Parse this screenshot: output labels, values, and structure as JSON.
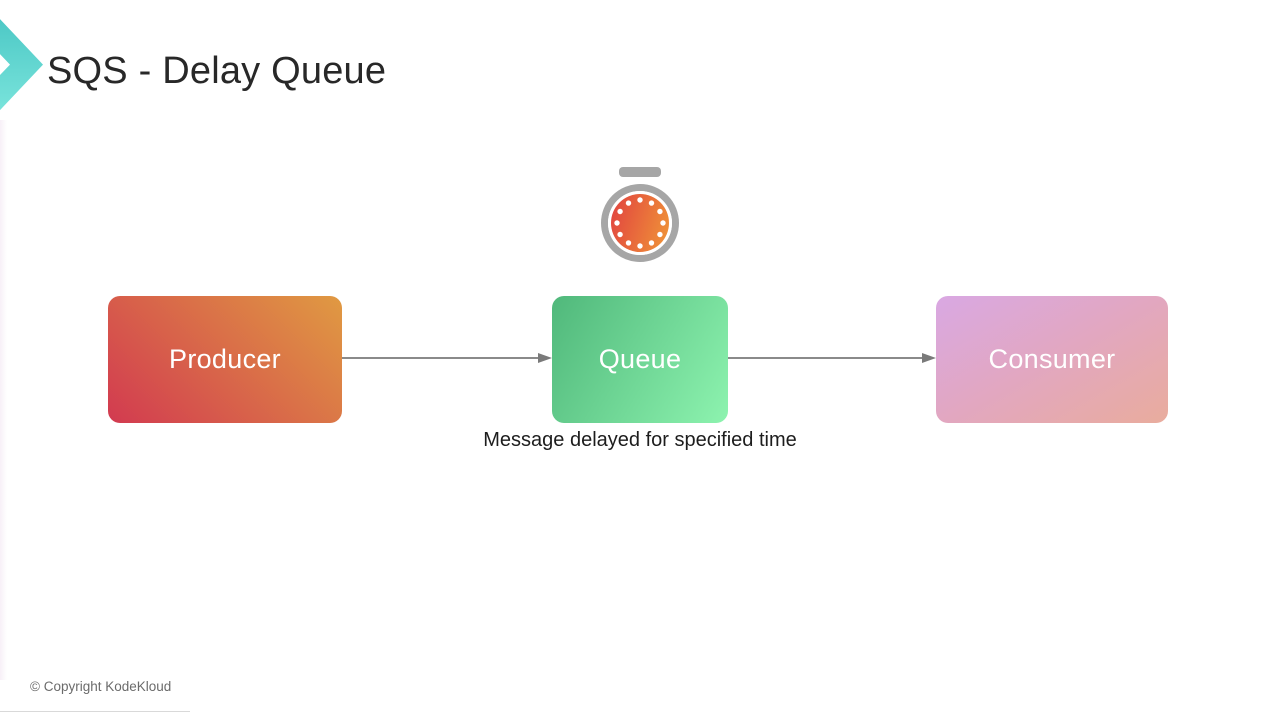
{
  "slide": {
    "title": "SQS - Delay Queue",
    "caption": "Message delayed for specified time",
    "footer": "© Copyright KodeKloud"
  },
  "diagram": {
    "nodes": [
      {
        "id": "producer",
        "label": "Producer",
        "gradient": {
          "angle": "45deg",
          "stops": [
            "#d23a50",
            "#e09a42"
          ]
        }
      },
      {
        "id": "queue",
        "label": "Queue",
        "gradient": {
          "angle": "120deg",
          "stops": [
            "#50b87b",
            "#8df3af"
          ]
        }
      },
      {
        "id": "consumer",
        "label": "Consumer",
        "gradient": {
          "angle": "150deg",
          "stops": [
            "#d9a8e3",
            "#e2a7c0",
            "#e9ac9d"
          ]
        }
      }
    ],
    "edges": [
      {
        "from": "producer",
        "to": "queue"
      },
      {
        "from": "queue",
        "to": "consumer"
      }
    ],
    "arrow_color": "#7a7a7a",
    "timer_icon": {
      "name": "timer-icon",
      "ring_color": "#a6a6a6",
      "face_gradient": [
        "#e2483f",
        "#ef9038"
      ],
      "dot_color": "#ffffff",
      "dot_count": 12
    }
  },
  "branding": {
    "logo": "kodekloud-chevron",
    "logo_gradient": [
      "#3fc0bf",
      "#87ece2"
    ]
  }
}
